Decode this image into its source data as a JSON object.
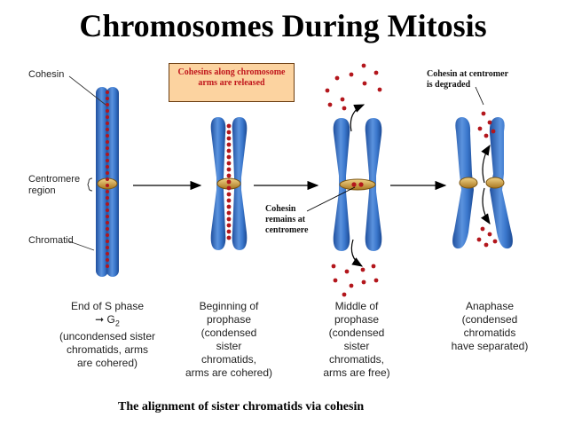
{
  "title": "Chromosomes During Mitosis",
  "labels": {
    "cohesin": "Cohesin",
    "centromere_line1": "Centromere",
    "centromere_line2": "region",
    "chromatid": "Chromatid"
  },
  "callouts": {
    "arms_released_line1": "Cohesins along chromosome",
    "arms_released_line2": "arms are released",
    "centromer_degraded_line1": "Cohesin at centromer",
    "centromer_degraded_line2": "is degraded",
    "remains_line1": "Cohesin",
    "remains_line2": "remains at",
    "remains_line3": "centromere"
  },
  "stages": [
    {
      "line1": "End of S phase",
      "line2_prefix": "G",
      "line2_sub": "2",
      "line3": "(uncondensed sister",
      "line4": "chromatids, arms",
      "line5": "are cohered)"
    },
    {
      "line1": "Beginning of",
      "line2": "prophase",
      "line3": "(condensed",
      "line4": "sister",
      "line5": "chromatids,",
      "line6": "arms are cohered)"
    },
    {
      "line1": "Middle of",
      "line2": "prophase",
      "line3": "(condensed",
      "line4": "sister",
      "line5": "chromatids,",
      "line6": "arms are free)"
    },
    {
      "line1": "Anaphase",
      "line2": "(condensed",
      "line3": "chromatids",
      "line4": "have separated)"
    }
  ],
  "caption": "The alignment of sister chromatids via cohesin",
  "colors": {
    "chromatid_blue": "#2f6fc7",
    "chromatid_highlight": "#8fb8f0",
    "centromere_gold": "#c89a3a",
    "cohesin_red": "#b3161c",
    "box_fill": "#fcd3a0"
  }
}
